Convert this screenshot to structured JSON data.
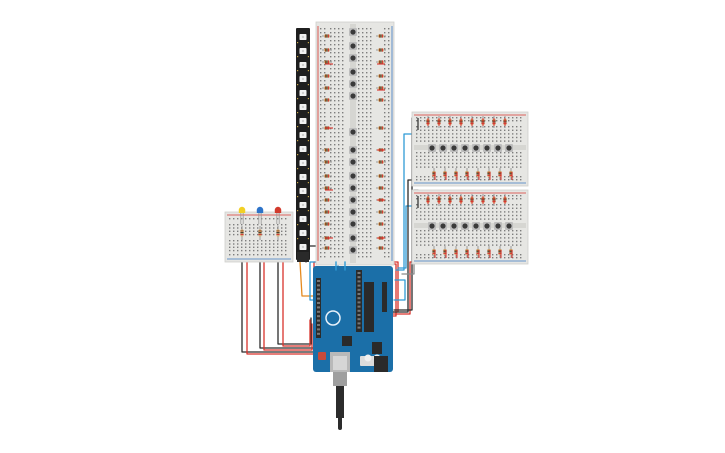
{
  "canvas": {
    "background": "#ffffff"
  },
  "colors": {
    "breadboard": "#e6e6e3",
    "breadboard_border": "#cfcfcb",
    "hole": "#7d7d7d",
    "rail_red": "#d9372f",
    "rail_blue": "#3a78c2",
    "button_body": "#bdbdbd",
    "button_cap": "#3a3a3a",
    "resistor_body": "#d8b07a",
    "resistor_band_a": "#8b4513",
    "resistor_band_b": "#111111",
    "resistor_band_c": "#d22f2f",
    "led_strip_body": "#1f1f1f",
    "led_pixel": "#f2f2f2",
    "arduino_board": "#1b6fa8",
    "arduino_dark": "#15588a",
    "header": "#2b2b2b",
    "chip": "#2a2a2a",
    "usb": "#b9b9b9",
    "cable": "#2c2c2c",
    "wire_red": "#d9322b",
    "wire_black": "#2b2b2b",
    "wire_blue": "#2f9bd6",
    "wire_orange": "#e58a1f",
    "wire_gray": "#8a8a8a",
    "led_yellow": "#f2d024",
    "led_blue": "#2d73c9",
    "led_red": "#d23a2c"
  },
  "components": {
    "led_strip": {
      "name": "led-strip",
      "pixels": 16
    },
    "main_breadboard": {
      "name": "main-breadboard",
      "buttons": 16
    },
    "side_breadboard_top": {
      "name": "side-breadboard-top",
      "buttons": 8
    },
    "side_breadboard_bottom": {
      "name": "side-breadboard-bottom",
      "buttons": 8
    },
    "small_breadboard": {
      "name": "small-breadboard",
      "leds": [
        "yellow",
        "blue",
        "red"
      ]
    },
    "arduino": {
      "name": "arduino-uno-board"
    }
  }
}
